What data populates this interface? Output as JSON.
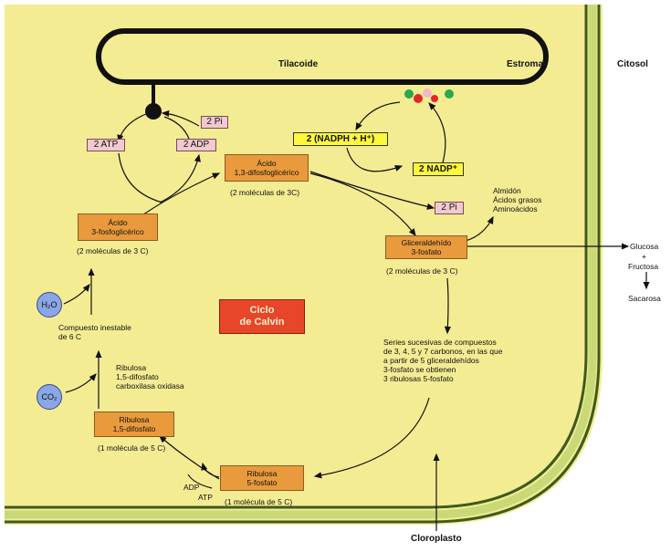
{
  "labels": {
    "tilacoide": "Tilacoide",
    "estroma": "Estroma",
    "citosol": "Citosol",
    "cloroplasto": "Cloroplasto"
  },
  "boxes": {
    "pi_top": "2 Pi",
    "atp": "2 ATP",
    "adp": "2 ADP",
    "nadph": "2 (NADPH + H⁺)",
    "nadp": "2 NADP⁺",
    "pi_mid": "2 Pi",
    "difosfoglicerico_l1": "Ácido",
    "difosfoglicerico_l2": "1,3-difosfoglicérico",
    "fosfoglicerico_l1": "Ácido",
    "fosfoglicerico_l2": "3-fosfoglicérico",
    "gliceraldehido_l1": "Gliceraldehído",
    "gliceraldehido_l2": "3-fosfato",
    "ribulosa_difosfato_l1": "Ribulosa",
    "ribulosa_difosfato_l2": "1,5-difosfato",
    "ribulosa_fosfato_l1": "Ribulosa",
    "ribulosa_fosfato_l2": "5-fosfato",
    "calvin_l1": "Ciclo",
    "calvin_l2": "de Calvin"
  },
  "notes": {
    "mol_3C_top": "(2 moléculas de 3C)",
    "mol_3C_left": "(2 moléculas de 3 C)",
    "mol_3C_right": "(2 moléculas de 3 C)",
    "mol_5C_left": "(1 molécula de 5 C)",
    "mol_5C_bottom": "(1 molécula de 5 C)",
    "products": [
      "Almidón",
      "Ácidos grasos",
      "Aminoácidos"
    ],
    "inestable": [
      "Compuesto inestable",
      "de 6 C"
    ],
    "rubisco": [
      "Ribulosa",
      "1,5-difosfato",
      "carboxilasa oxidasa"
    ],
    "series": [
      "Series sucesivas de compuestos",
      "de 3, 4, 5 y 7 carbonos, en las que",
      "a partir de 5 gliceraldehídos",
      "3-fosfato se obtienen",
      "3 ribulosas 5-fosfato"
    ],
    "adp": "ADP",
    "atp": "ATP",
    "glucosa": "Glucosa",
    "plus": "+",
    "fructosa": "Fructosa",
    "sacarosa": "Sacarosa"
  },
  "molecules": {
    "h2o": "H₂O",
    "co2": "CO₂"
  },
  "colors": {
    "stroma": "#f4ec93",
    "membrane_dark": "#3f5a1e",
    "membrane_light": "#c9d977",
    "orange_box": "#e99a3c",
    "pink_box": "#f1c9d0",
    "yellow_box": "#fff83a",
    "calvin_box": "#e8462a",
    "molecule_circle": "#8aa6e6"
  }
}
